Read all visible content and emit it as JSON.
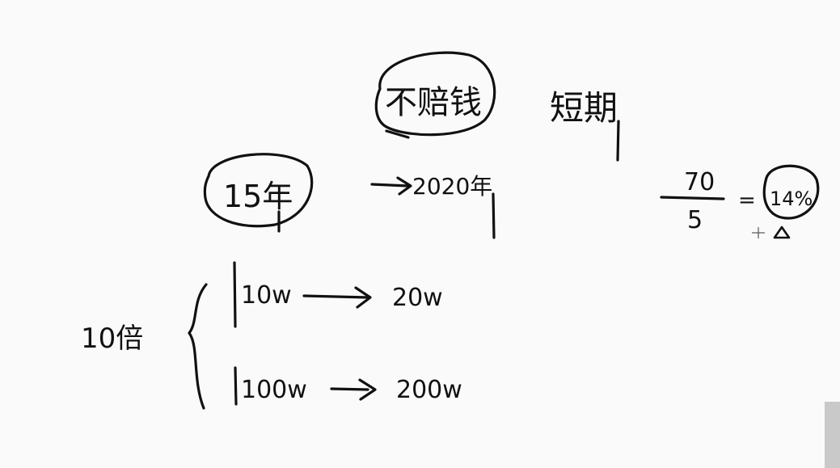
{
  "canvas": {
    "background": "#fafafa",
    "ink_color": "#111111"
  },
  "notes": {
    "title_circled": "不赔钱",
    "title_aside": "短期",
    "years_circled": "15年",
    "target_year": "2020年",
    "multiplier_label": "10倍",
    "case_small_from": "10w",
    "case_small_to": "20w",
    "case_large_from": "100w",
    "case_large_to": "200w",
    "fraction_numerator": "70",
    "fraction_denominator": "5",
    "equals_sign": "=",
    "result_circled": "14%",
    "arrow_glyph": "→"
  },
  "icons": {
    "cursor": "crosshair-cursor-icon",
    "delta": "triangle-icon"
  },
  "scrollbar": {
    "color": "#c9c9c9"
  }
}
